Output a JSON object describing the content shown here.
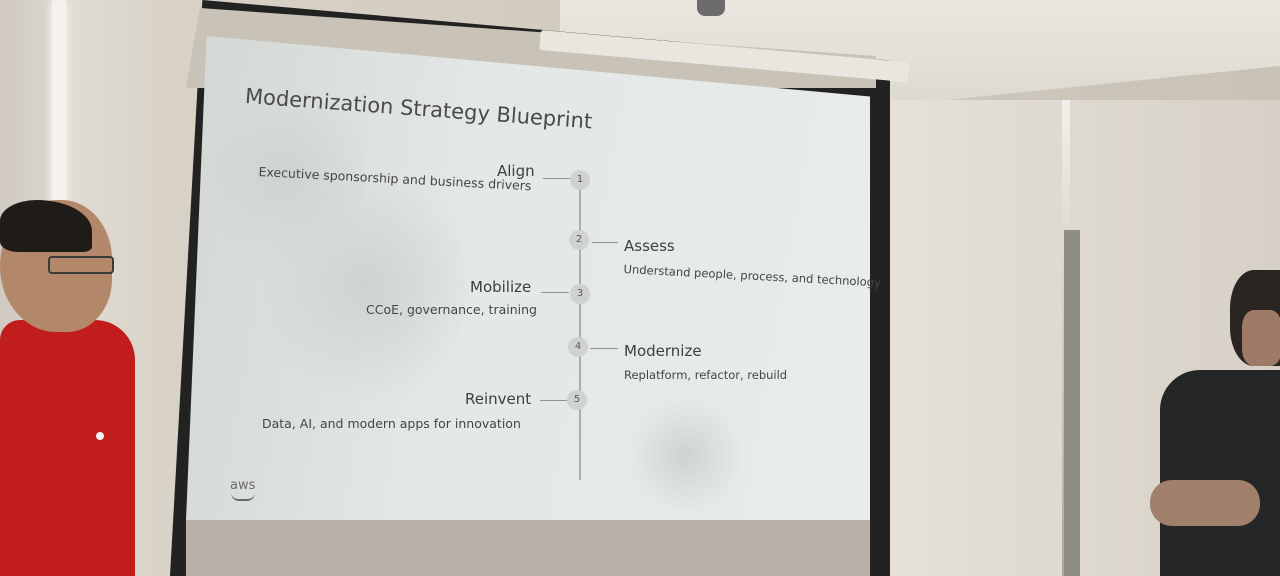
{
  "slide": {
    "title": "Modernization Strategy Blueprint",
    "steps": [
      {
        "num": "1",
        "name": "Align",
        "desc": "Executive sponsorship and business drivers"
      },
      {
        "num": "2",
        "name": "Assess",
        "desc": "Understand people, process, and technology"
      },
      {
        "num": "3",
        "name": "Mobilize",
        "desc": "CCoE, governance, training"
      },
      {
        "num": "4",
        "name": "Modernize",
        "desc": "Replatform, refactor, rebuild"
      },
      {
        "num": "5",
        "name": "Reinvent",
        "desc": "Data, AI, and modern apps for innovation"
      }
    ],
    "logo": "aws"
  },
  "colors": {
    "shirt_left": "#c21d1d",
    "shirt_right": "#242628",
    "slide_bg": "#e3e7e5"
  }
}
